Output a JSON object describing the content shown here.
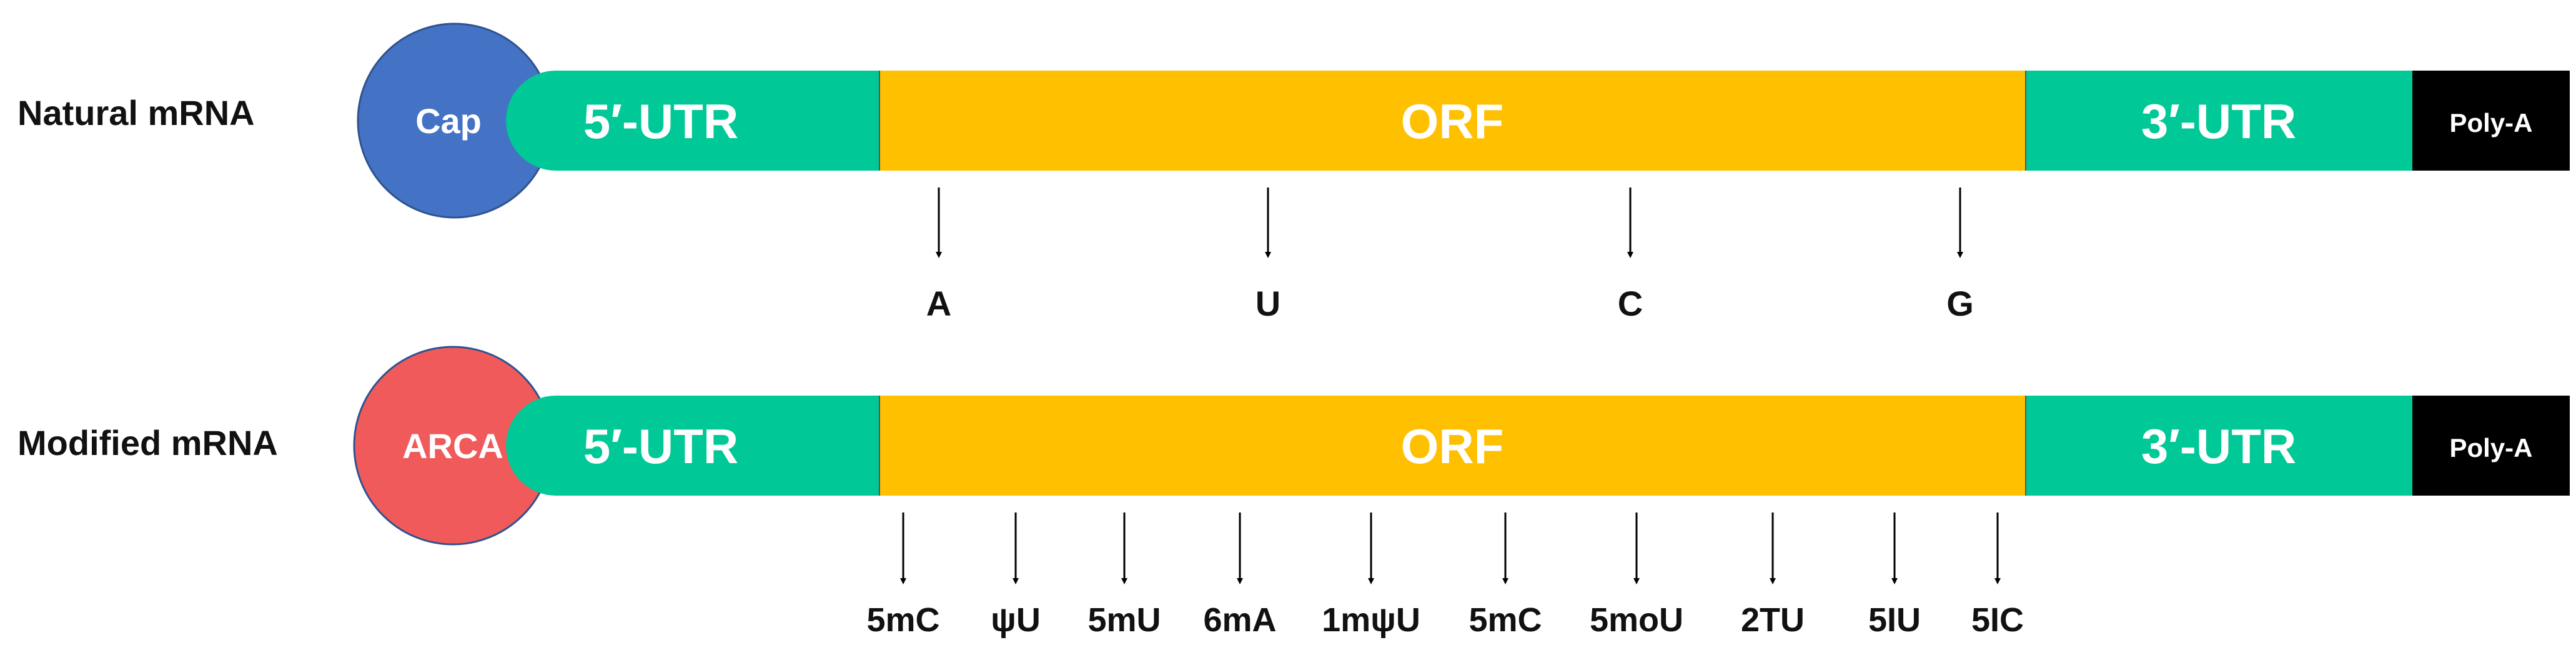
{
  "rows": [
    {
      "label": "Natural mRNA",
      "cap": "Cap",
      "segments": {
        "utr5": "5′-UTR",
        "orf": "ORF",
        "utr3": "3′-UTR",
        "polyA": "Poly-A"
      },
      "nucleotides": [
        "A",
        "U",
        "C",
        "G"
      ]
    },
    {
      "label": "Modified mRNA",
      "cap": "ARCA",
      "segments": {
        "utr5": "5′-UTR",
        "orf": "ORF",
        "utr3": "3′-UTR",
        "polyA": "Poly-A"
      },
      "nucleotides": [
        "5mC",
        "ψU",
        "5mU",
        "6mA",
        "1mψU",
        "5mC",
        "5moU",
        "2TU",
        "5IU",
        "5IC"
      ]
    }
  ],
  "colors": {
    "natural_cap": "#4472C4",
    "modified_cap": "#F15A5A",
    "utr": "#00C896",
    "orf": "#FFC000",
    "polyA": "#000000",
    "segment_text": "#ffffff",
    "label_text": "#111111"
  }
}
